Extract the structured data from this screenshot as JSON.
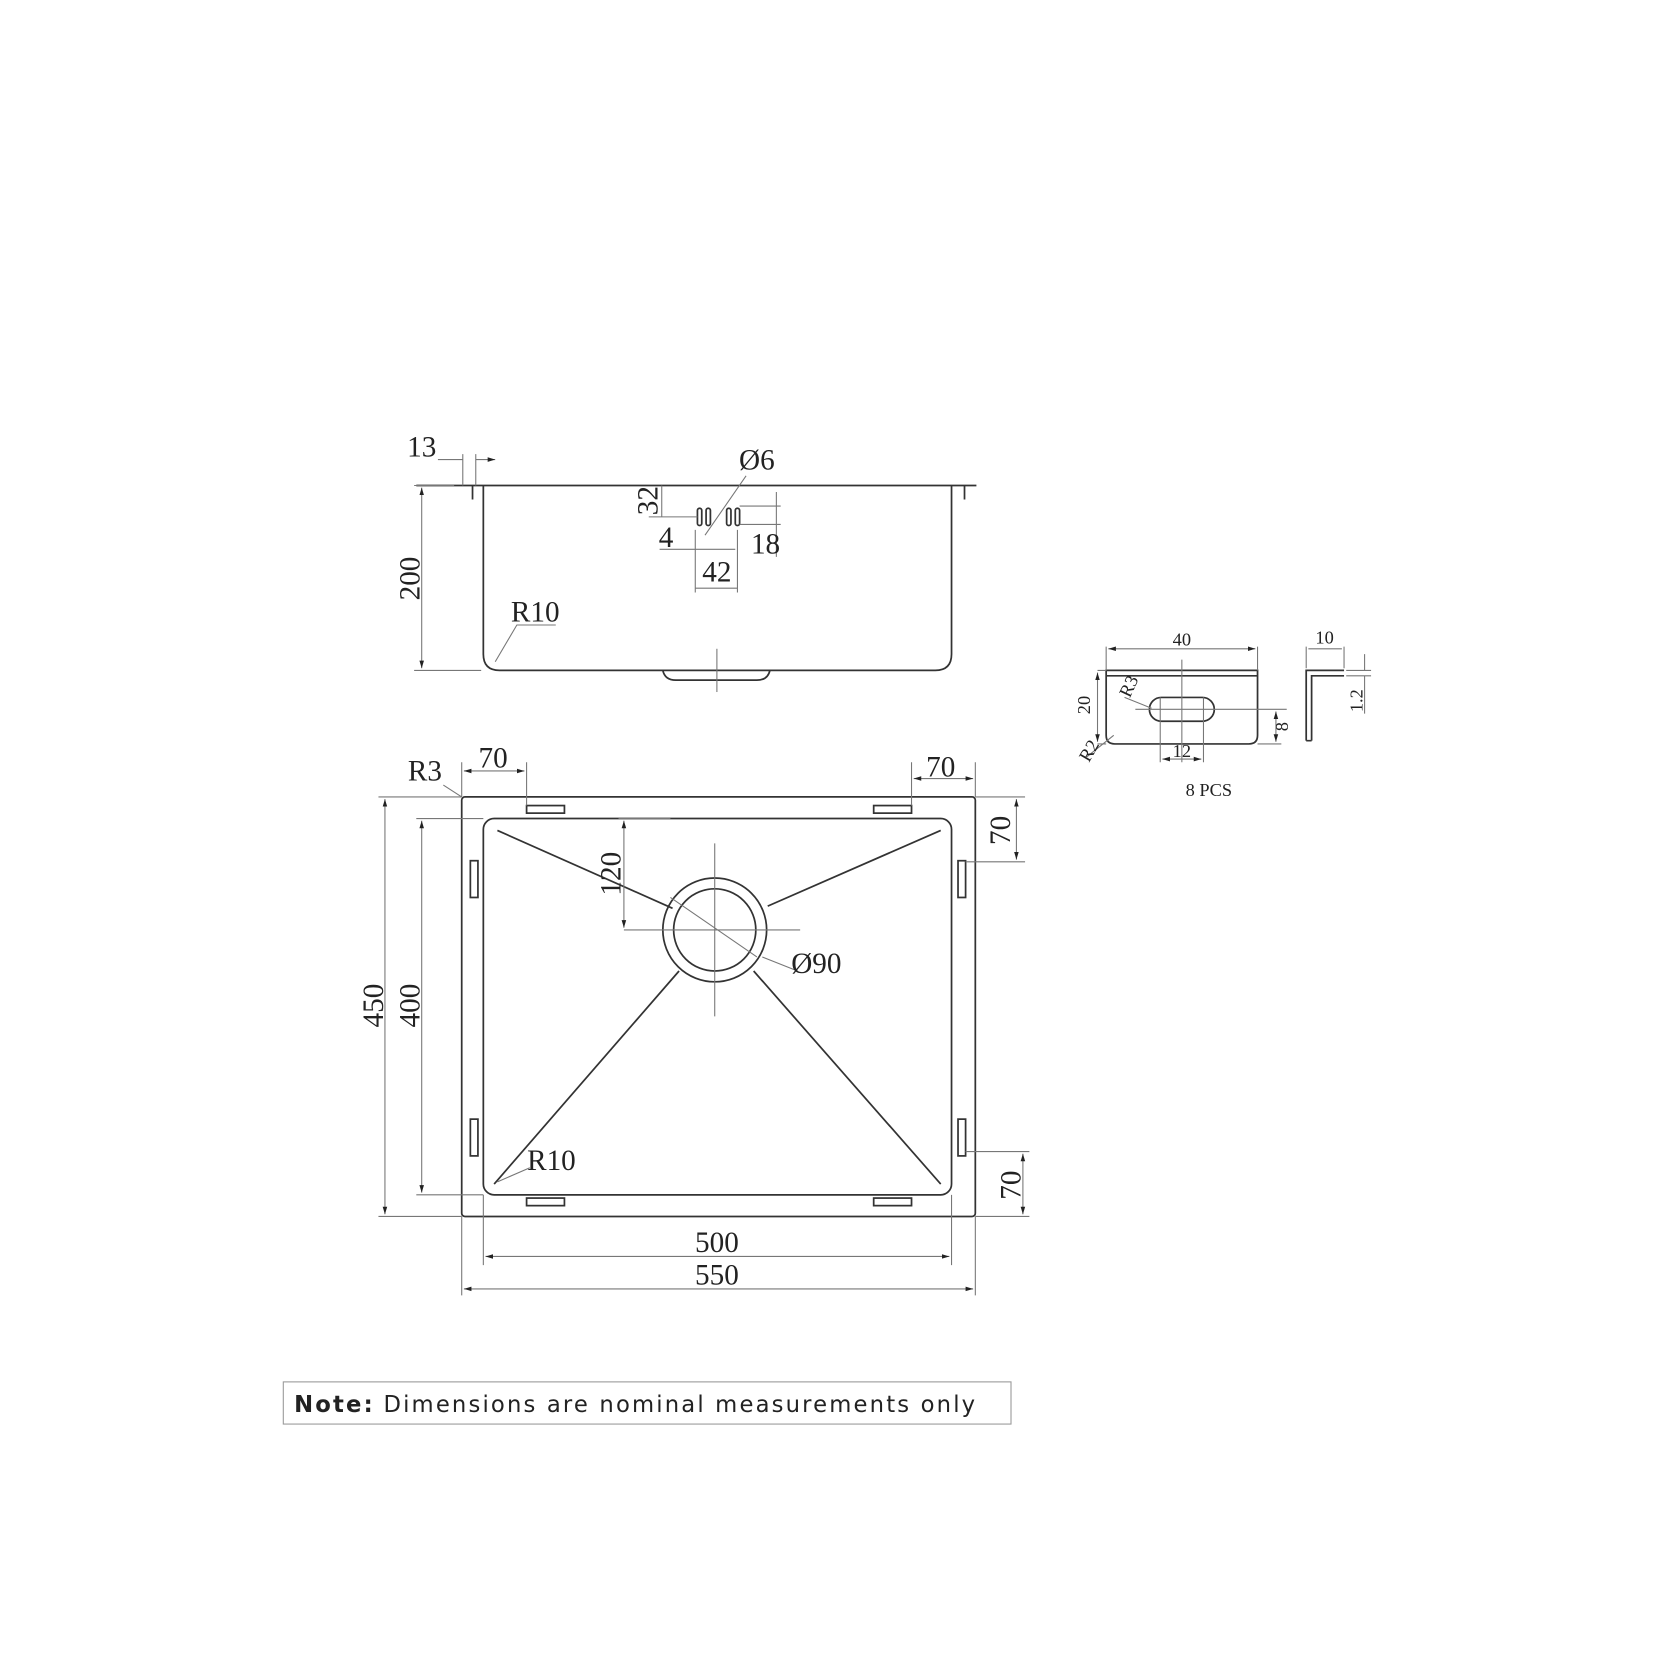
{
  "side_view": {
    "width_flange": "13",
    "hole_diameter": "Ø6",
    "hole_offset": "32",
    "hole_width": "4",
    "hole_spacing": "42",
    "hole_height": "18",
    "depth": "200",
    "corner_radius": "R10"
  },
  "plan_view": {
    "outer_radius": "R3",
    "clip_offset_left": "70",
    "clip_offset_right": "70",
    "clip_offset_top": "70",
    "clip_offset_bottom": "70",
    "drain_offset": "120",
    "drain_diameter": "Ø90",
    "outer_depth": "450",
    "inner_depth": "400",
    "corner_radius": "R10",
    "inner_width": "500",
    "outer_width": "550"
  },
  "bracket": {
    "width": "40",
    "height": "20",
    "slot_radius": "R3",
    "corner_radius": "R2",
    "slot_height": "8",
    "slot_length": "12",
    "quantity": "8 PCS",
    "flange": "10",
    "thickness": "1.2"
  },
  "note": {
    "label": "Note:",
    "text": "Dimensions are nominal measurements only"
  }
}
